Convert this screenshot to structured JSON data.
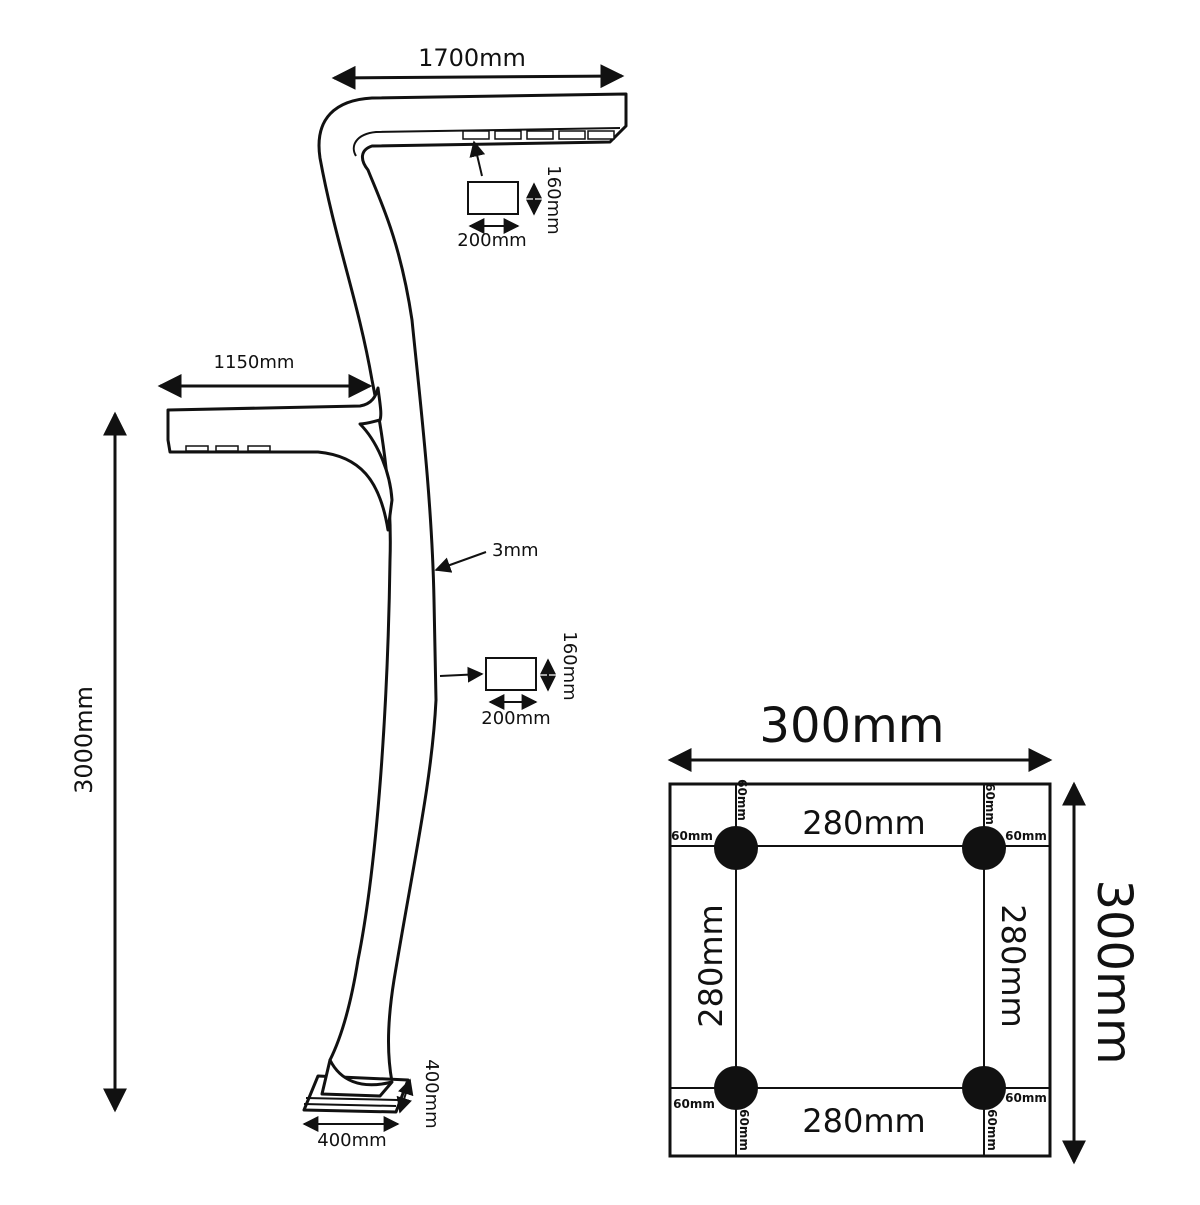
{
  "pole": {
    "upper_arm_length": "1700mm",
    "lower_arm_length": "1150mm",
    "height": "3000mm",
    "wall_thickness": "3mm",
    "upper_panel_height": "160mm",
    "upper_panel_width": "200mm",
    "mid_panel_height": "160mm",
    "mid_panel_width": "200mm",
    "base_depth": "400mm",
    "base_width": "400mm"
  },
  "base_plate": {
    "width": "300mm",
    "height": "300mm",
    "bolt_spacing_top": "280mm",
    "bolt_spacing_bottom": "280mm",
    "bolt_spacing_left": "280mm",
    "bolt_spacing_right": "280mm",
    "edge_offset_top_left_v": "60mm",
    "edge_offset_top_left_h": "60mm",
    "edge_offset_top_right_v": "60mm",
    "edge_offset_top_right_h": "60mm",
    "edge_offset_bottom_left_h": "60mm",
    "edge_offset_bottom_left_v": "60mm",
    "edge_offset_bottom_right_h": "60mm",
    "edge_offset_bottom_right_v": "60mm"
  },
  "colors": {
    "line": "#111111",
    "background": "#ffffff"
  }
}
